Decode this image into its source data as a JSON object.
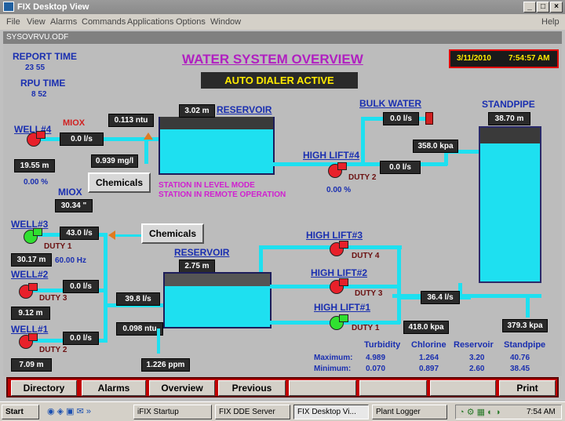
{
  "window": {
    "title": "FIX Desktop View",
    "min": "_",
    "max": "□",
    "close": "×"
  },
  "menu": [
    "File",
    "View",
    "Alarms",
    "Commands",
    "Applications",
    "Options",
    "Window"
  ],
  "menu_help": "Help",
  "path": "SYSOVRVU.ODF",
  "header": {
    "report_time_label": "REPORT TIME",
    "report_time": "23 55",
    "rpu_time_label": "RPU TIME",
    "rpu_time": "8 52",
    "title": "WATER  SYSTEM  OVERVIEW",
    "banner": "AUTO DIALER ACTIVE",
    "date": "3/11/2010",
    "time": "7:54:57 AM"
  },
  "well4": {
    "label": "WELL#4",
    "flow": "0.0 l/s",
    "level": "19.55 m",
    "pct": "0.00 %"
  },
  "miox": {
    "label1": "MIOX",
    "label2": "MIOX",
    "ntu": "0.113 ntu",
    "mgl": "0.939 mg/l",
    "value": "30.34 \""
  },
  "chemicals_top": "Chemicals",
  "chemicals_mid": "Chemicals",
  "reservoir_top": {
    "label": "RESERVOIR",
    "level": "3.02 m",
    "mode1": "STATION IN LEVEL MODE",
    "mode2": "STATION IN REMOTE OPERATION"
  },
  "bulk_water": {
    "label": "BULK WATER",
    "flow": "0.0 l/s"
  },
  "highlift4": {
    "label": "HIGH LIFT#4",
    "duty": "DUTY 2",
    "pct": "0.00 %",
    "flow": "0.0 l/s",
    "pressure": "358.0 kpa"
  },
  "standpipe": {
    "label": "STANDPIPE",
    "level": "38.70  m",
    "pressure": "379.3 kpa"
  },
  "well3": {
    "label": "WELL#3",
    "flow": "43.0 l/s",
    "duty": "DUTY 1",
    "level": "30.17  m",
    "hz": "60.00 Hz"
  },
  "well2": {
    "label": "WELL#2",
    "flow": "0.0 l/s",
    "duty": "DUTY 3",
    "level": "9.12  m"
  },
  "well1": {
    "label": "WELL#1",
    "flow": "0.0 l/s",
    "duty": "DUTY 2",
    "level": "7.09  m"
  },
  "reservoir_low": {
    "label": "RESERVOIR",
    "level": "2.75 m",
    "inflow": "39.8  l/s",
    "ntu": "0.098 ntu",
    "ppm": "1.226 ppm"
  },
  "highlift3": {
    "label": "HIGH LIFT#3",
    "duty": "DUTY 4"
  },
  "highlift2": {
    "label": "HIGH LIFT#2",
    "duty": "DUTY 3"
  },
  "highlift1": {
    "label": "HIGH LIFT#1",
    "duty": "DUTY 1",
    "pressure": "418.0 kpa"
  },
  "main_flow": "36.4 l/s",
  "summary": {
    "headers": [
      "Turbidity",
      "Chlorine",
      "Reservoir",
      "Standpipe"
    ],
    "max_label": "Maximum:",
    "min_label": "Minimum:",
    "max": [
      "4.989",
      "1.264",
      "3.20",
      "40.76"
    ],
    "min": [
      "0.070",
      "0.897",
      "2.60",
      "38.45"
    ]
  },
  "nav": [
    "Directory",
    "Alarms",
    "Overview",
    "Previous",
    "",
    "",
    "",
    "Print"
  ],
  "taskbar": {
    "start": "Start",
    "tasks": [
      "iFIX Startup",
      "FIX DDE Server",
      "FIX Desktop Vi...",
      "Plant Logger"
    ],
    "clock": "7:54 AM"
  },
  "colors": {
    "water": "#1ee0f0",
    "pump_off": "#e8202a",
    "pump_on": "#30e030",
    "label_blue": "#1a2fb0",
    "title_magenta": "#b020c0"
  }
}
